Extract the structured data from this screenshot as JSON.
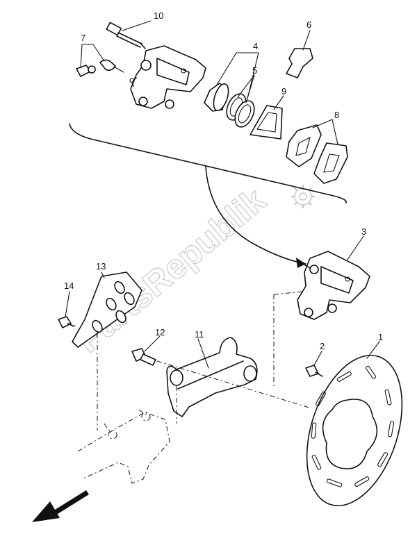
{
  "watermark": "PartsRepublik",
  "callouts": [
    {
      "id": "callout-1",
      "label": "1"
    },
    {
      "id": "callout-2",
      "label": "2"
    },
    {
      "id": "callout-3",
      "label": "3"
    },
    {
      "id": "callout-4",
      "label": "4"
    },
    {
      "id": "callout-5",
      "label": "5"
    },
    {
      "id": "callout-6",
      "label": "6"
    },
    {
      "id": "callout-7",
      "label": "7"
    },
    {
      "id": "callout-8",
      "label": "8"
    },
    {
      "id": "callout-9",
      "label": "9"
    },
    {
      "id": "callout-10",
      "label": "10"
    },
    {
      "id": "callout-11",
      "label": "11"
    },
    {
      "id": "callout-12",
      "label": "12"
    },
    {
      "id": "callout-13",
      "label": "13"
    },
    {
      "id": "callout-14",
      "label": "14"
    }
  ]
}
